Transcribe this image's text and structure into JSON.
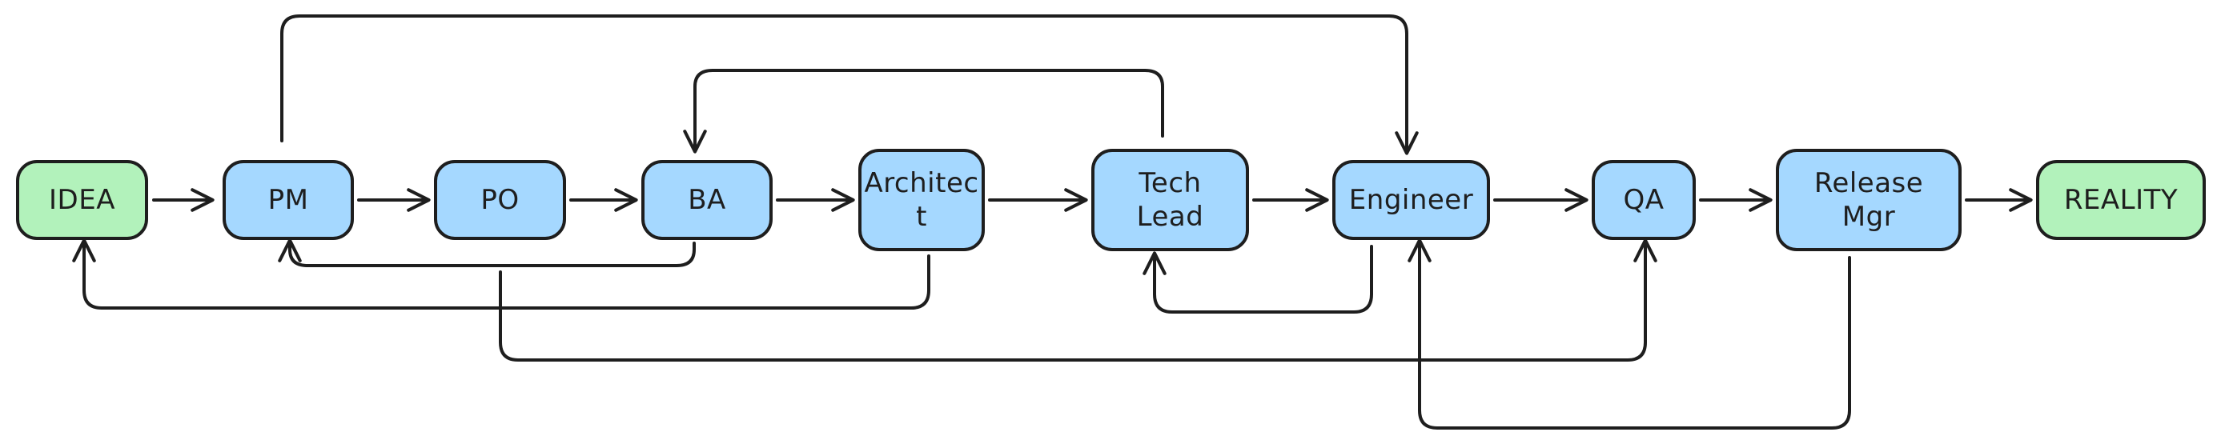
{
  "diagram": {
    "description": "Software delivery pipeline flowchart with feedback loops",
    "colors": {
      "background": "#ffffff",
      "stroke": "#1e1e1e",
      "node_blue": "#a5d8ff",
      "node_green": "#b2f2bb"
    },
    "nodes": [
      {
        "id": "idea",
        "label": "IDEA",
        "color": "green",
        "fill": "#b2f2bb"
      },
      {
        "id": "pm",
        "label": "PM",
        "color": "blue",
        "fill": "#a5d8ff"
      },
      {
        "id": "po",
        "label": "PO",
        "color": "blue",
        "fill": "#a5d8ff"
      },
      {
        "id": "ba",
        "label": "BA",
        "color": "blue",
        "fill": "#a5d8ff"
      },
      {
        "id": "architect",
        "label": "Architec\nt",
        "color": "blue",
        "fill": "#a5d8ff"
      },
      {
        "id": "techlead",
        "label": "Tech\nLead",
        "color": "blue",
        "fill": "#a5d8ff"
      },
      {
        "id": "engineer",
        "label": "Engineer",
        "color": "blue",
        "fill": "#a5d8ff"
      },
      {
        "id": "qa",
        "label": "QA",
        "color": "blue",
        "fill": "#a5d8ff"
      },
      {
        "id": "release",
        "label": "Release\nMgr",
        "color": "blue",
        "fill": "#a5d8ff"
      },
      {
        "id": "reality",
        "label": "REALITY",
        "color": "green",
        "fill": "#b2f2bb"
      }
    ],
    "edges": {
      "main_flow": [
        {
          "from": "IDEA",
          "to": "PM"
        },
        {
          "from": "PM",
          "to": "PO"
        },
        {
          "from": "PO",
          "to": "BA"
        },
        {
          "from": "BA",
          "to": "Architect"
        },
        {
          "from": "Architect",
          "to": "Tech Lead"
        },
        {
          "from": "Tech Lead",
          "to": "Engineer"
        },
        {
          "from": "Engineer",
          "to": "QA"
        },
        {
          "from": "QA",
          "to": "Release Mgr"
        },
        {
          "from": "Release Mgr",
          "to": "REALITY"
        }
      ],
      "feedback": [
        {
          "from": "PM",
          "to": "Engineer",
          "route": "top-outer"
        },
        {
          "from": "Tech Lead",
          "to": "BA",
          "route": "top-inner"
        },
        {
          "from": "BA",
          "to": "PM",
          "route": "bottom-1"
        },
        {
          "from": "Architect",
          "to": "IDEA",
          "route": "bottom-2"
        },
        {
          "from": "Engineer",
          "to": "Tech Lead",
          "route": "bottom-2"
        },
        {
          "from": "PO",
          "to": "QA",
          "route": "bottom-3"
        },
        {
          "from": "Release Mgr",
          "to": "Engineer",
          "route": "bottom-4"
        }
      ]
    }
  }
}
